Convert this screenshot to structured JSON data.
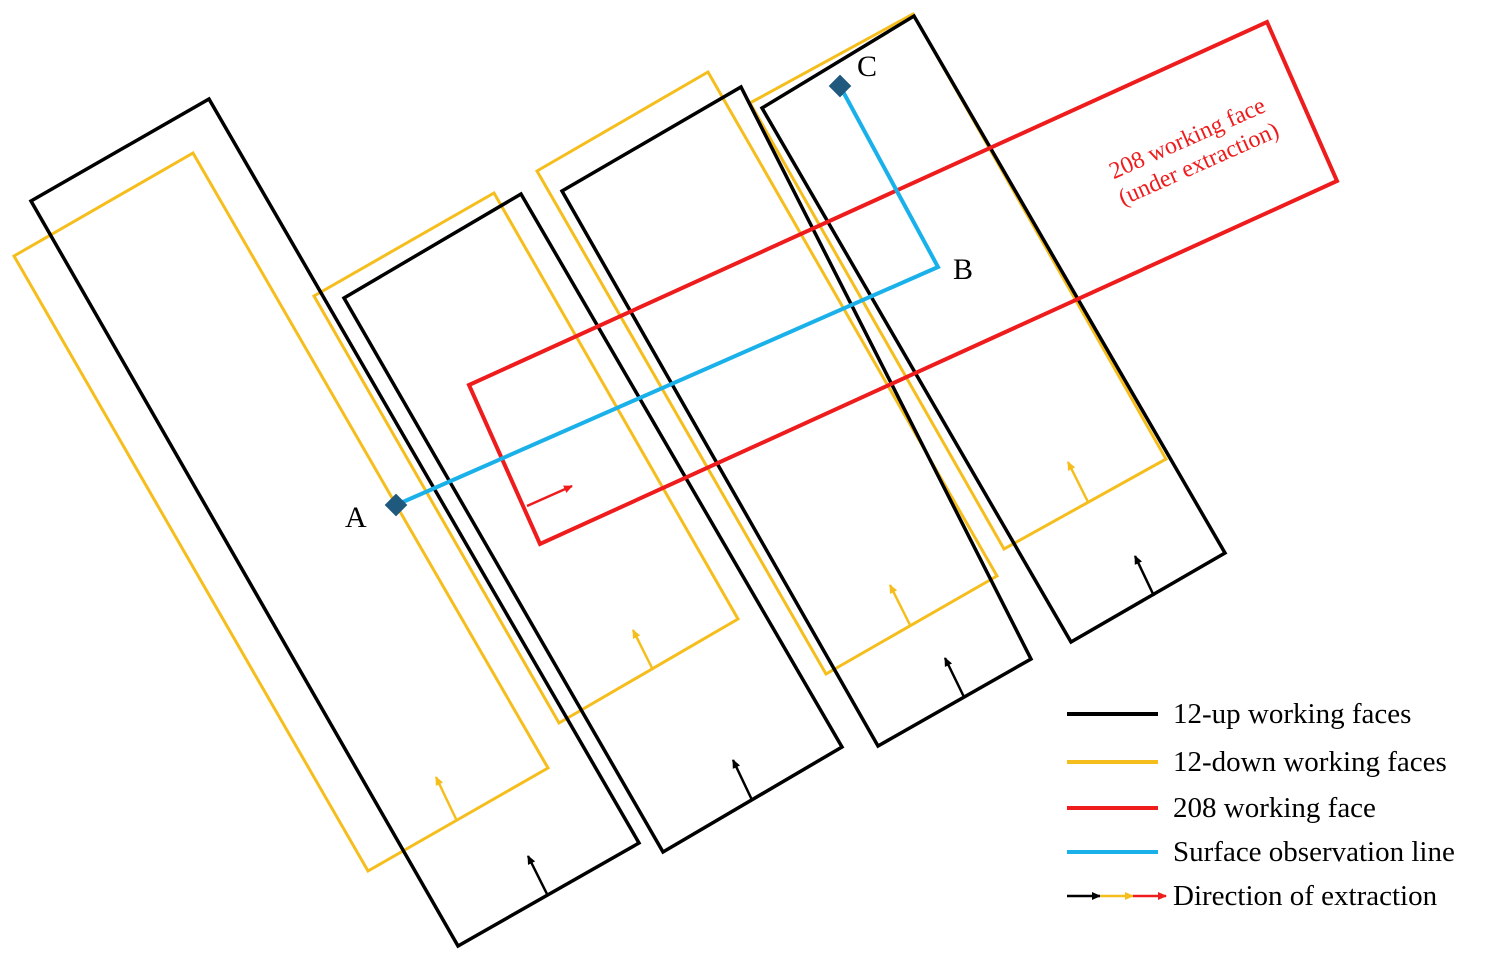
{
  "colors": {
    "up": "#000000",
    "down": "#f5be1d",
    "face208": "#ee1c1c",
    "observation": "#1ab1ea",
    "marker": "#1f5a7e",
    "text": "#000000"
  },
  "points": {
    "a": "A",
    "b": "B",
    "c": "C"
  },
  "face208_label": {
    "line1": "208 working face",
    "line2": "(under extraction)"
  },
  "legend": {
    "up": "12-up working faces",
    "down": "12-down working faces",
    "face208": "208 working face",
    "observation": "Surface observation line",
    "direction": "Direction of extraction"
  }
}
